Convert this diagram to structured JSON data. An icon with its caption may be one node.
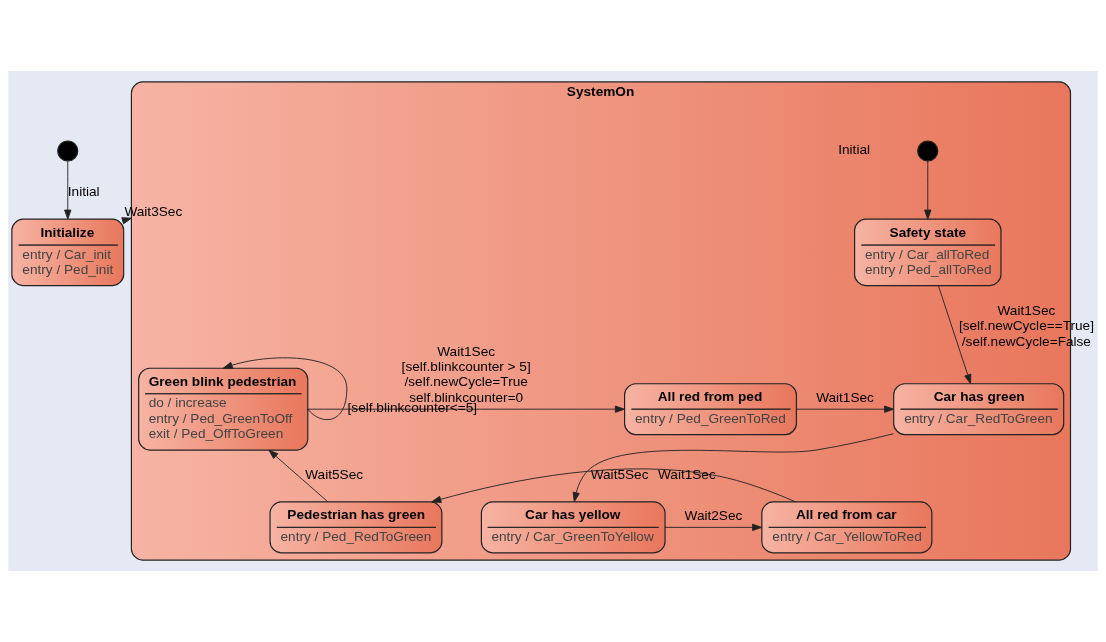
{
  "diagram": {
    "nodes": [
      {
        "text": [],
        "shape": "circle"
      },
      {
        "text": [
          "Initialize",
          "entry / Car_init",
          "entry / Ped_init"
        ]
      },
      {
        "text": [
          "SystemOn"
        ]
      },
      {
        "text": [],
        "shape": "circle",
        "in": 2,
        "beside": [
          "Initial"
        ]
      },
      {
        "text": [
          "Safety state",
          "entry / Car_allToRed",
          "entry / Ped_allToRed"
        ],
        "in": 2
      },
      {
        "text": [
          "Car has green",
          "entry / Car_RedToGreen"
        ],
        "in": 2
      },
      {
        "text": [
          "All red from ped",
          "entry / Ped_GreenToRed"
        ],
        "in": 2
      },
      {
        "text": [
          "Green blink pedestrian",
          "do / increase",
          "entry / Ped_GreenToOff",
          "exit / Ped_OffToGreen"
        ],
        "in": 2
      },
      {
        "text": [
          "Car has yellow",
          "entry / Car_GreenToYellow"
        ],
        "in": 2
      },
      {
        "text": [
          "All red from car",
          "entry / Car_YellowToRed"
        ],
        "in": 2
      },
      {
        "text": [
          "Pedestrian has green",
          "entry / Ped_RedToGreen"
        ],
        "in": 2
      }
    ],
    "edges": [
      {
        "from": 0,
        "to": 1,
        "arrow": "to",
        "label": "Initial"
      },
      {
        "from": 1,
        "to": 2,
        "arrow": "to",
        "label": "Wait3Sec"
      },
      {
        "from": 3,
        "to": 4,
        "arrow": "to"
      },
      {
        "from": 4,
        "to": 5,
        "arrow": "to",
        "label": "Wait1Sec [self.newCycle==True] /self.newCycle=False"
      },
      {
        "from": 7,
        "to": 6,
        "arrow": "to",
        "label": "Wait1Sec [self.blinkcounter > 5] /self.newCycle=True self.blinkcounter=0"
      },
      {
        "from": 6,
        "to": 5,
        "arrow": "to",
        "label": "Wait1Sec"
      },
      {
        "from": 5,
        "to": 8,
        "arrow": "to",
        "label": "Wait5Sec"
      },
      {
        "from": 8,
        "to": 9,
        "arrow": "to",
        "label": "Wait2Sec"
      },
      {
        "from": 9,
        "to": 10,
        "arrow": "to",
        "label": "Wait1Sec"
      },
      {
        "from": 10,
        "to": 7,
        "arrow": "to",
        "label": "Wait5Sec"
      },
      {
        "from": 7,
        "to": 7,
        "arrow": "to",
        "label": "[self.blinkcounter<=5]"
      }
    ]
  }
}
